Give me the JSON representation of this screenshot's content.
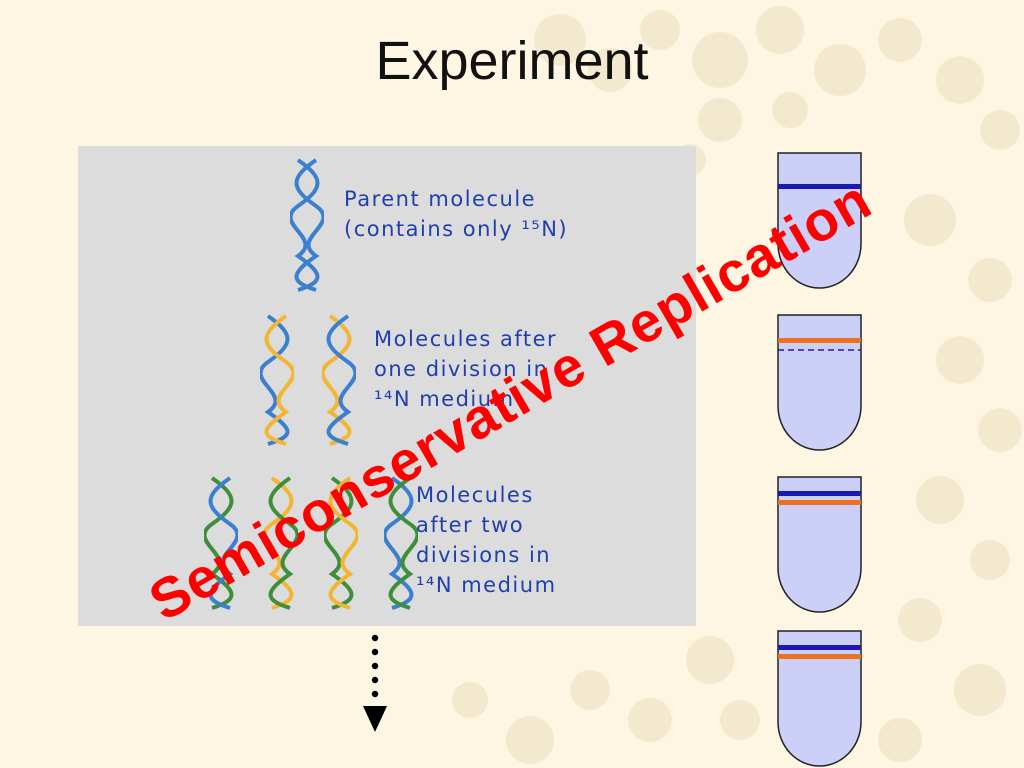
{
  "slide": {
    "title": "Experiment"
  },
  "labels": {
    "parent_line1": "Parent molecule",
    "parent_line2": "(contains only ¹⁵N)",
    "one_line1": "Molecules after",
    "one_line2": "one division in",
    "one_line3": "¹⁴N medium",
    "two_line1": "Molecules",
    "two_line2": "after two",
    "two_line3": "divisions in",
    "two_line4": "¹⁴N medium"
  },
  "overlay": {
    "text": "Semiconservative Replication"
  },
  "colors": {
    "parent_strand": "#3a7fd0",
    "new_strand": "#f2b632",
    "second_gen_strand": "#3f8f3a",
    "heavy_band": "#1a1ab0",
    "light_band": "#f07020",
    "tube_fill": "#cccff8",
    "overlay": "#ff0000"
  },
  "tubes": [
    {
      "bands": [
        "heavy"
      ]
    },
    {
      "bands": [
        "light",
        "dashed"
      ]
    },
    {
      "bands": [
        "heavy",
        "light"
      ]
    },
    {
      "bands": [
        "heavy",
        "light"
      ]
    }
  ]
}
